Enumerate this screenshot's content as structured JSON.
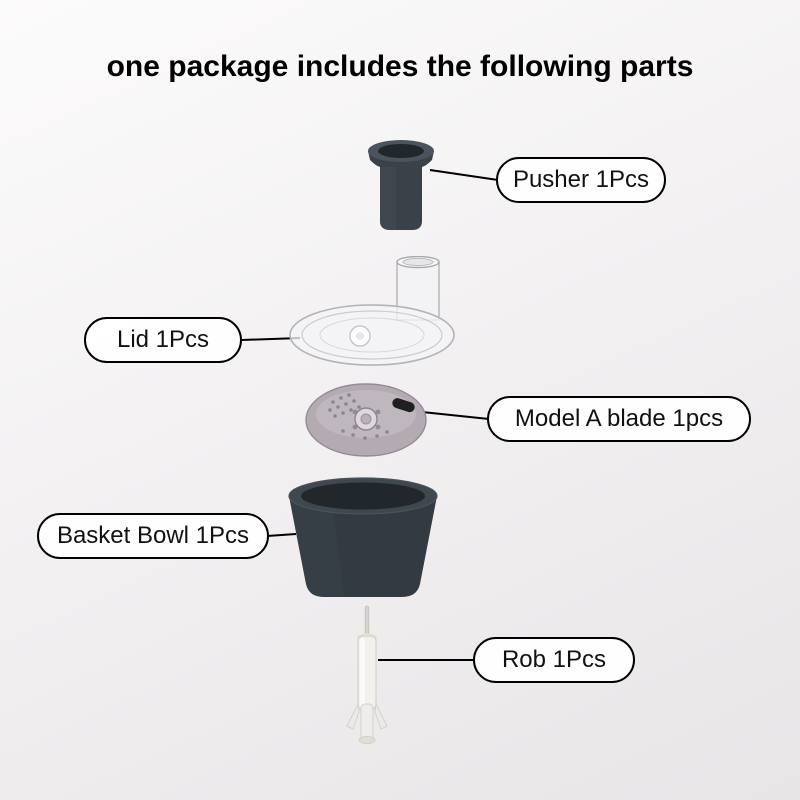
{
  "title": "one package includes the following parts",
  "labels": {
    "pusher": "Pusher 1Pcs",
    "lid": "Lid 1Pcs",
    "blade": "Model A blade 1pcs",
    "bowl": "Basket Bowl 1Pcs",
    "rob": "Rob 1Pcs"
  },
  "colors": {
    "part_dark": "#3a4148",
    "part_dark_inner": "#22272b",
    "blade_metal": "#b3aab2",
    "lid_glass": "#f4f4f6",
    "rob_white": "#f3f1ee",
    "label_border": "#000000",
    "background": "#f4f2f3"
  }
}
